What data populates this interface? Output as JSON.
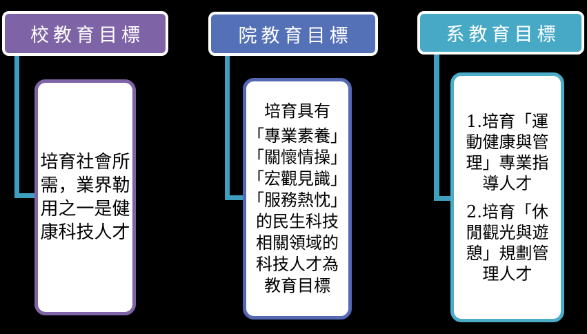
{
  "canvas": {
    "background": "#000000",
    "connector_color": "#3da0be",
    "card_fill": "#ffffff",
    "header_text_color": "#ffffff",
    "body_text_color": "#000000"
  },
  "columns": [
    {
      "id": "school",
      "header": {
        "label": "校教育目標",
        "fill": "#7e64a6",
        "border": "#ffffff"
      },
      "body": {
        "border": "#7e64a6",
        "text": "培育社會所需，業界勒用之一是健康科技人才",
        "lines": [
          "培育社會所",
          "需，業界勒",
          "用之一是健",
          "康科技人才"
        ]
      }
    },
    {
      "id": "college",
      "header": {
        "label": "院教育目標",
        "fill": "#5470b6",
        "border": "#ffffff"
      },
      "body": {
        "border": "#5468b4",
        "text": "培育具有「專業素養」「關懷情操」「宏觀見識」「服務熱忱」的民生科技相關領域的科技人才為教育目標",
        "lines": [
          "培育具有",
          "「專業素養」",
          "「關懷情操」",
          "「宏觀見識」",
          "「服務熱忱」",
          "的民生科技",
          "相關領域的",
          "科技人才為",
          "教育目標"
        ]
      }
    },
    {
      "id": "department",
      "header": {
        "label": "系教育目標",
        "fill": "#47a9c6",
        "border": "#ffffff"
      },
      "body": {
        "border": "#4badc8",
        "text": "1.培育「運動健康與管理」專業指導人才 2.培育「休閒觀光與遊憩」規劃管理人才",
        "lines": [
          "1.培育「運",
          "動健康與管",
          "理」專業指",
          "導人才",
          "2.培育「休",
          "閒觀光與遊",
          "憩」規劃管",
          "理人才"
        ]
      }
    }
  ]
}
